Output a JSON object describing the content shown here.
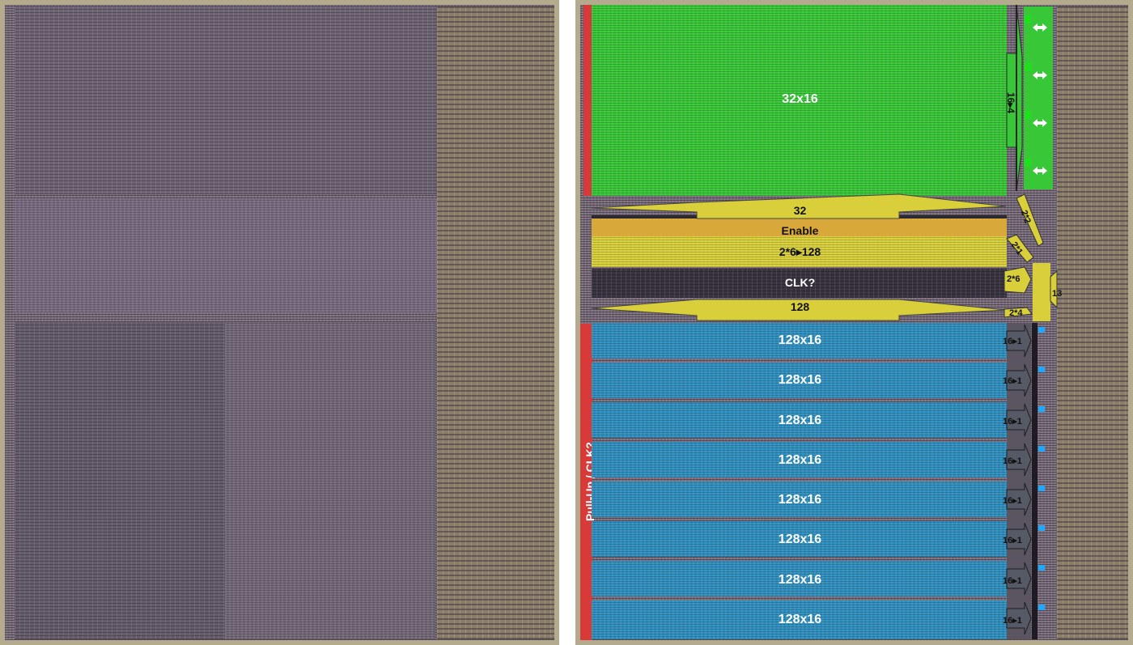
{
  "colors": {
    "die": "#7b6f7e",
    "rom_green": "#37c737",
    "decoder_yellow": "#d8cf3a",
    "enable_orange": "#d9a83a",
    "clk_dark": "#3a3340",
    "ram_blue": "#2f8fbf",
    "pullup_red": "#d83a3a",
    "mux_dark": "#2c2a30",
    "io_green": "#1ee01e",
    "io_blue": "#1ea8ff"
  },
  "labels": {
    "rom": "32x16",
    "rom_mux": "16▸4",
    "bus_32": "32",
    "enable": "Enable",
    "decoder": "2*6▸128",
    "clk": "CLK?",
    "bus_128": "128",
    "addr_2x2": "2*2",
    "addr_2x1": "2*1",
    "addr_2x6": "2*6",
    "addr_13": "13",
    "addr_2x4": "2*4",
    "pullup": "Pull-Up / CLK?"
  },
  "ram_rows": [
    {
      "size": "128x16",
      "mux": "16▸1"
    },
    {
      "size": "128x16",
      "mux": "16▸1"
    },
    {
      "size": "128x16",
      "mux": "16▸1"
    },
    {
      "size": "128x16",
      "mux": "16▸1"
    },
    {
      "size": "128x16",
      "mux": "16▸1"
    },
    {
      "size": "128x16",
      "mux": "16▸1"
    },
    {
      "size": "128x16",
      "mux": "16▸1"
    },
    {
      "size": "128x16",
      "mux": "16▸1"
    }
  ]
}
